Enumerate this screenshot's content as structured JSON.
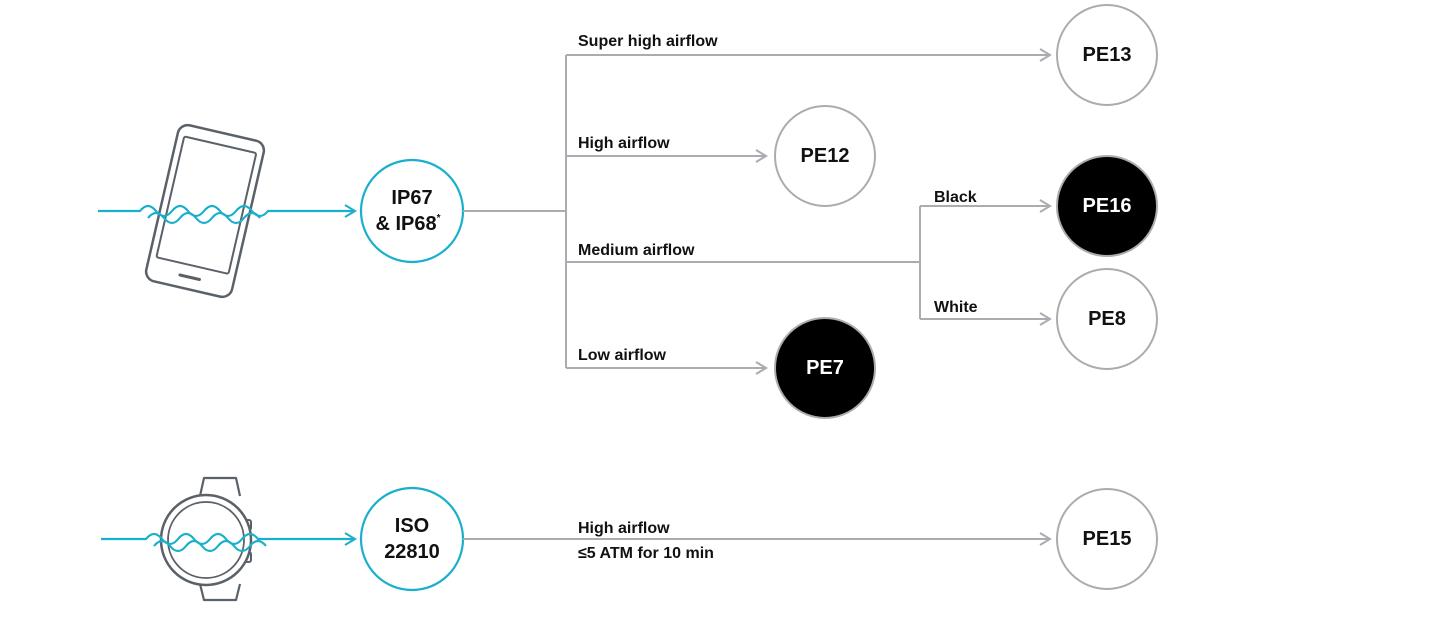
{
  "colors": {
    "accent": "#1ab0cc",
    "line": "#a9adb1",
    "device": "#5a6168",
    "dark_fill": "#000000",
    "text": "#111111"
  },
  "devices": {
    "phone": {
      "icon": "smartphone-icon"
    },
    "watch": {
      "icon": "smartwatch-icon"
    }
  },
  "standards": {
    "ip": {
      "line1": "IP67",
      "line2": "& IP68",
      "footnote_mark": "*"
    },
    "iso": {
      "line1": "ISO",
      "line2": "22810"
    }
  },
  "branches": {
    "super_high": "Super high airflow",
    "high": "High airflow",
    "medium": "Medium airflow",
    "low": "Low airflow",
    "black": "Black",
    "white": "White",
    "iso_high": "High airflow",
    "iso_condition": "≤5 ATM for 10 min"
  },
  "products": {
    "pe13": {
      "label": "PE13",
      "fill": "white"
    },
    "pe12": {
      "label": "PE12",
      "fill": "white"
    },
    "pe16": {
      "label": "PE16",
      "fill": "black"
    },
    "pe8": {
      "label": "PE8",
      "fill": "white"
    },
    "pe7": {
      "label": "PE7",
      "fill": "black"
    },
    "pe15": {
      "label": "PE15",
      "fill": "white"
    }
  }
}
